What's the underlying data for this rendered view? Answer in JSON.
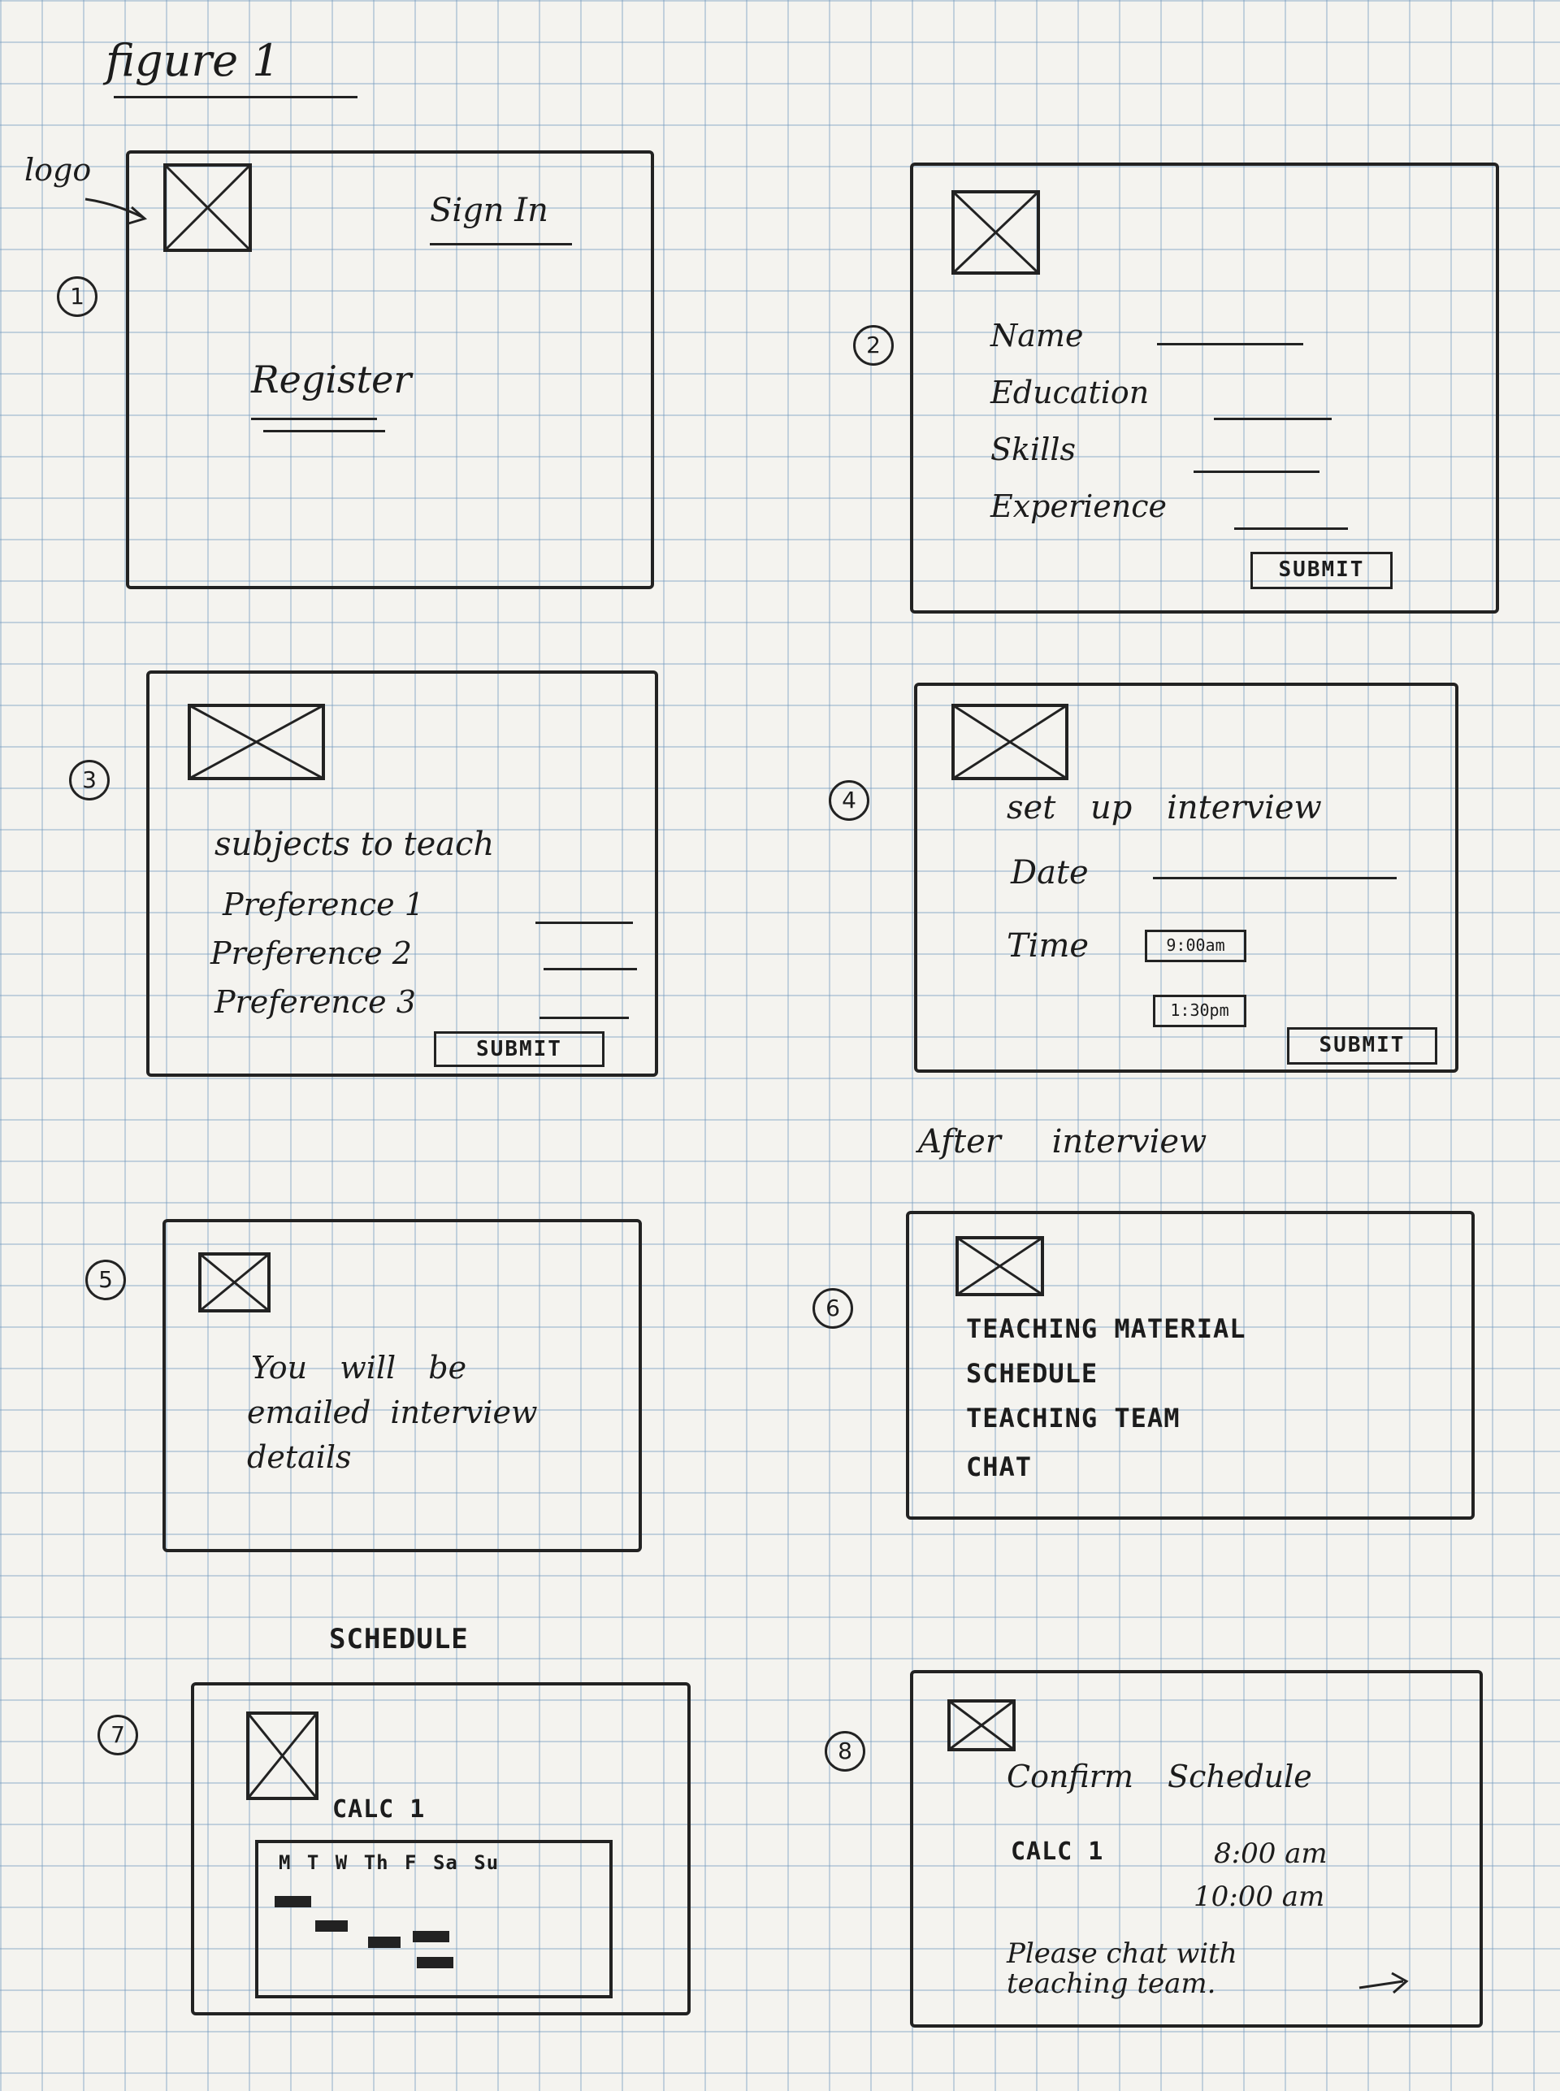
{
  "figure_title": "figure 1",
  "logo_label": "logo",
  "screens": {
    "s1": {
      "number": "1",
      "sign_in": "Sign In",
      "register": "Register"
    },
    "s2": {
      "number": "2",
      "fields": [
        "Name",
        "Education",
        "Skills",
        "Experience"
      ],
      "submit": "SUBMIT"
    },
    "s3": {
      "number": "3",
      "heading": "subjects to teach",
      "fields": [
        "Preference 1",
        "Preference 2",
        "Preference 3"
      ],
      "submit": "SUBMIT"
    },
    "s4": {
      "number": "4",
      "heading": "set up interview",
      "date_label": "Date",
      "time_label": "Time",
      "time_1": "9:00am",
      "time_2": "1:30pm",
      "submit": "SUBMIT"
    },
    "caption_after": "After interview",
    "s5": {
      "number": "5",
      "line_1": "You will be",
      "line_2": "emailed interview",
      "line_3": "details"
    },
    "s6": {
      "number": "6",
      "menu": [
        "TEACHING MATERIAL",
        "SCHEDULE",
        "TEACHING TEAM",
        "CHAT"
      ]
    },
    "caption_schedule": "SCHEDULE",
    "s7": {
      "number": "7",
      "course": "CALC 1",
      "days": "M T W Th F Sa Su"
    },
    "s8": {
      "number": "8",
      "heading": "Confirm Schedule",
      "course": "CALC 1",
      "time_1": "8:00 am",
      "time_2": "10:00 am",
      "note_1": "Please chat with",
      "note_2": "teaching team."
    }
  }
}
